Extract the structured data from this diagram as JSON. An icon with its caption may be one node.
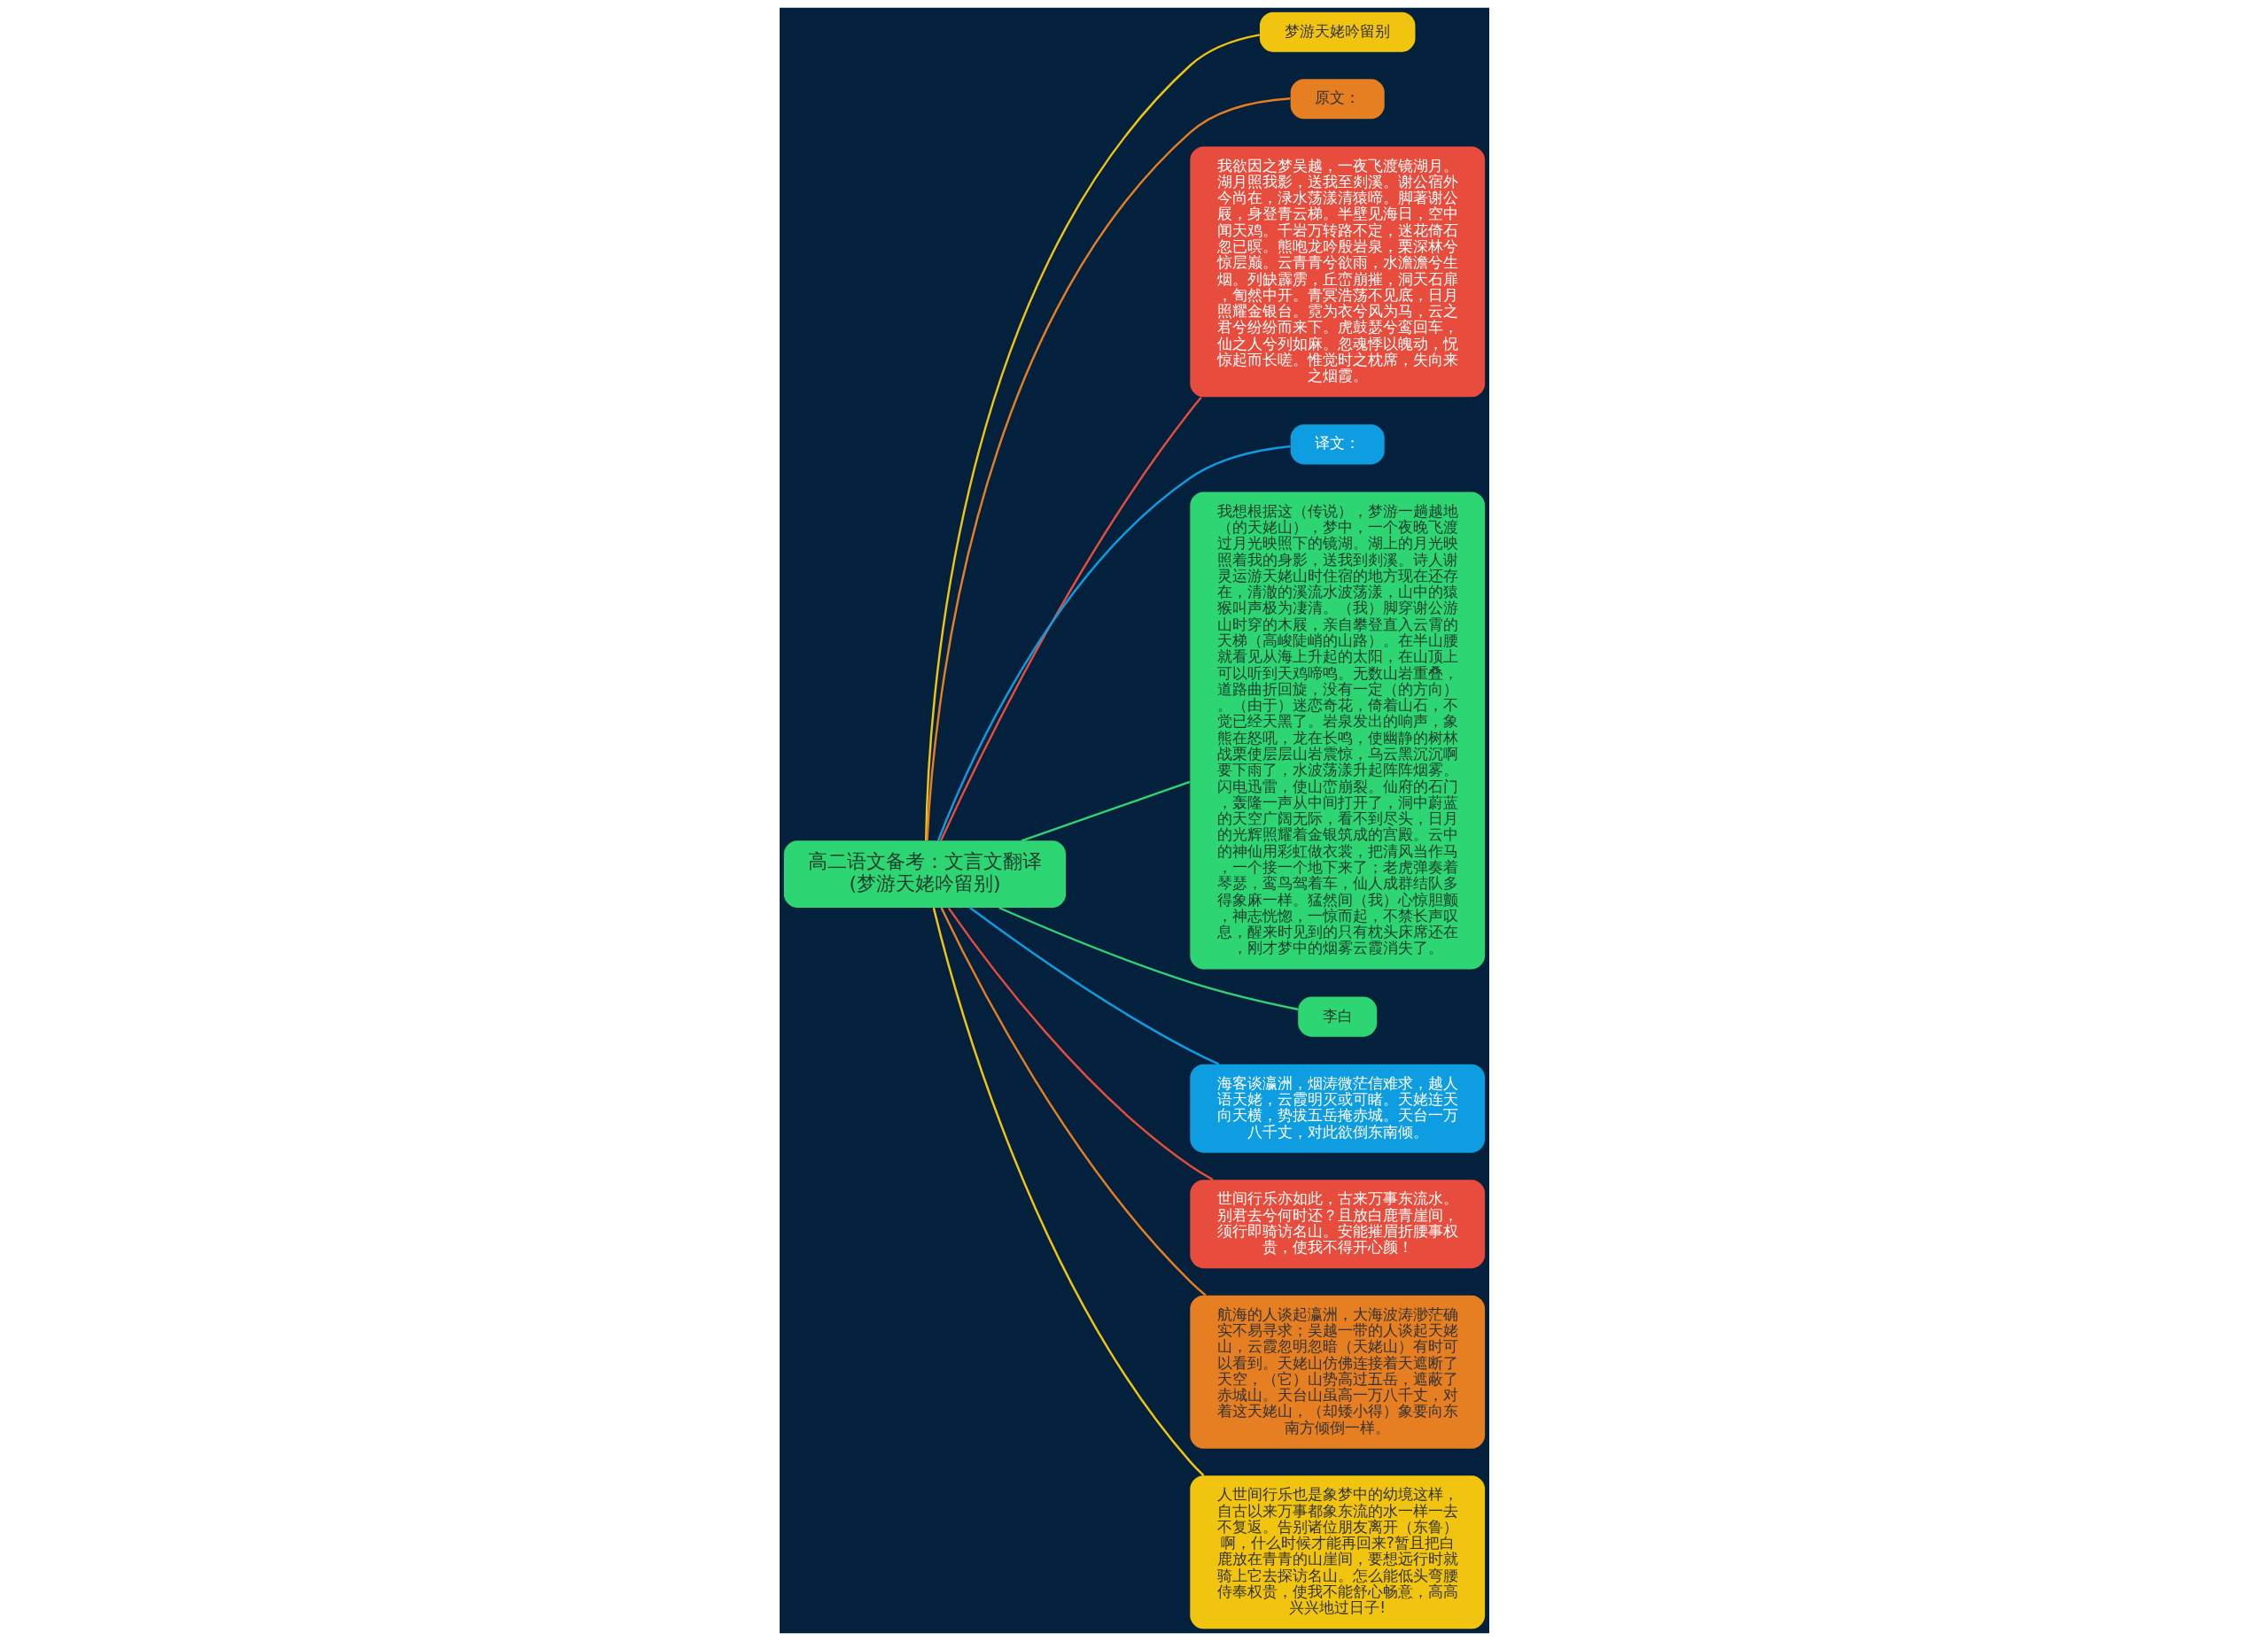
{
  "diagram": {
    "nodes": [
      {
        "text": [
          "高二语文备考：文言文翻译(梦游天姥吟留别)"
        ]
      },
      {
        "text": [
          "梦游天姥吟留别"
        ]
      },
      {
        "text": [
          "原文："
        ]
      },
      {
        "text": [
          "我欲因之梦吴越，一夜飞渡镜湖月。湖月照我影，送我至剡溪。谢公宿外今尚在，渌水荡漾清猿啼。脚著谢公屐，身登青云梯。半壁见海日，空中闻天鸡。千岩万转路不定，迷花倚石忽已暝。熊咆龙吟殷岩泉，栗深林兮惊层巅。云青青兮欲雨，水澹澹兮生烟。列缺霹雳，丘峦崩摧，洞天石扉，訇然中开。青冥浩荡不见底，日月照耀金银台。霓为衣兮风为马，云之君兮纷纷而来下。虎鼓瑟兮鸾回车，仙之人兮列如麻。忽魂悸以魄动，怳惊起而长嗟。惟觉时之枕席，失向来之烟霞。"
        ]
      },
      {
        "text": [
          "译文："
        ]
      },
      {
        "text": [
          "我想根据这（传说），梦游一趟越地（的天姥山），梦中，一个夜晚飞渡过月光映照下的镜湖。湖上的月光映照着我的身影，送我到剡溪。诗人谢灵运游天姥山时住宿的地方现在还存在，清澈的溪流水波荡漾，山中的猿猴叫声极为凄清。（我）脚穿谢公游山时穿的木屐，亲自攀登直入云霄的天梯（高峻陡峭的山路）。在半山腰就看见从海上升起的太阳，在山顶上可以听到天鸡啼鸣。无数山岩重叠，道路曲折回旋，没有一定（的方向）。（由于）迷恋奇花，倚着山石，不觉已经天黑了。岩泉发出的响声，象熊在怒吼，龙在长鸣，使幽静的树林战栗使层层山岩震惊，乌云黑沉沉啊要下雨了，水波荡漾升起阵阵烟雾。闪电迅雷，使山峦崩裂。仙府的石门，轰隆一声从中间打开了，洞中蔚蓝的天空广阔无际，看不到尽头，日月的光辉照耀着金银筑成的宫殿。云中的神仙用彩虹做衣裳，把清风当作马，一个接一个地下来了；老虎弹奏着琴瑟，鸾鸟驾着车，仙人成群结队多得象麻一样。猛然间（我）心惊胆颤，神志恍惚，一惊而起，不禁长声叹息，醒来时见到的只有枕头床席还在，刚才梦中的烟雾云霞消失了。"
        ]
      },
      {
        "text": [
          "李白"
        ]
      },
      {
        "text": [
          "海客谈瀛洲，烟涛微茫信难求，越人语天姥，云霞明灭或可睹。天姥连天向天横，势拔五岳掩赤城。天台一万八千丈，对此欲倒东南倾。"
        ]
      },
      {
        "text": [
          "世间行乐亦如此，古来万事东流水。别君去兮何时还？且放白鹿青崖间，须行即骑访名山。安能摧眉折腰事权贵，使我不得开心颜！"
        ]
      },
      {
        "text": [
          "航海的人谈起瀛洲，大海波涛渺茫确实不易寻求；吴越一带的人谈起天姥山，云霞忽明忽暗（天姥山）有时可以看到。天姥山仿佛连接着天遮断了天空，（它）山势高过五岳，遮蔽了赤城山。天台山虽高一万八千丈，对着这天姥山，（却矮小得）象要向东南方倾倒一样。"
        ]
      },
      {
        "text": [
          "人世间行乐也是象梦中的幼境这样，自古以来万事都象东流的水一样一去不复返。告别诸位朋友离开（东鲁）啊，什么时候才能再回来?暂且把白鹿放在青青的山崖间，要想远行时就骑上它去探访名山。怎么能低头弯腰侍奉权贵，使我不能舒心畅意，高高兴兴地过日子!"
        ]
      }
    ],
    "edges": [
      {
        "from": 0,
        "to": 1,
        "arrow": "none",
        "color": "#f1c40f"
      },
      {
        "from": 0,
        "to": 2,
        "arrow": "none",
        "color": "#e67e22"
      },
      {
        "from": 0,
        "to": 3,
        "arrow": "none",
        "color": "#e74c3c"
      },
      {
        "from": 0,
        "to": 4,
        "arrow": "none",
        "color": "#0e9de0"
      },
      {
        "from": 0,
        "to": 5,
        "arrow": "none",
        "color": "#2ed573"
      },
      {
        "from": 0,
        "to": 6,
        "arrow": "none",
        "color": "#2ed573"
      },
      {
        "from": 0,
        "to": 7,
        "arrow": "none",
        "color": "#0e9de0"
      },
      {
        "from": 0,
        "to": 8,
        "arrow": "none",
        "color": "#e74c3c"
      },
      {
        "from": 0,
        "to": 9,
        "arrow": "none",
        "color": "#e67e22"
      },
      {
        "from": 0,
        "to": 10,
        "arrow": "none",
        "color": "#f1c40f"
      }
    ]
  }
}
